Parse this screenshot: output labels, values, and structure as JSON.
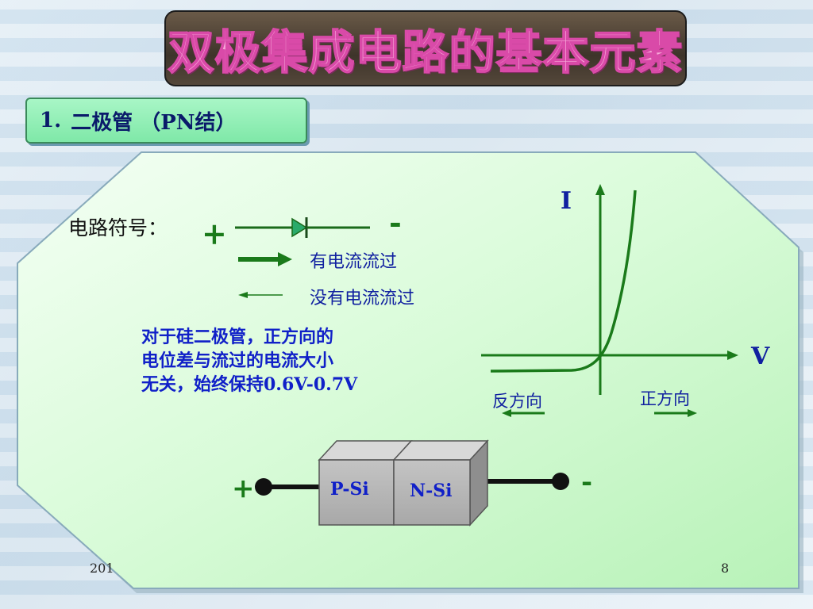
{
  "title": "双极集成电路的基本元素",
  "section": {
    "number": "1.",
    "label": "二极管 （PN结）"
  },
  "symbol": {
    "label": "电路符号：",
    "plus": "+",
    "minus": "-",
    "forward_text": "有电流流过",
    "reverse_text": "没有电流流过"
  },
  "note": {
    "line1": "对于硅二极管，正方向的",
    "line2": "电位差与流过的电流大小",
    "line3": "无关，始终保持0.6V-0.7V"
  },
  "iv_graph": {
    "ylabel": "I",
    "xlabel": "V",
    "reverse_label": "反方向",
    "forward_label": "正方向"
  },
  "pn": {
    "p_label": "P-Si",
    "n_label": "N-Si",
    "plus": "+",
    "minus": "-"
  },
  "footer": {
    "date": "201",
    "page": "8"
  },
  "colors": {
    "panel_fill": "#d6fad6",
    "line_green": "#1a7a1a",
    "text_blue": "#1020c8",
    "title_pink": "#f7a8d8"
  }
}
